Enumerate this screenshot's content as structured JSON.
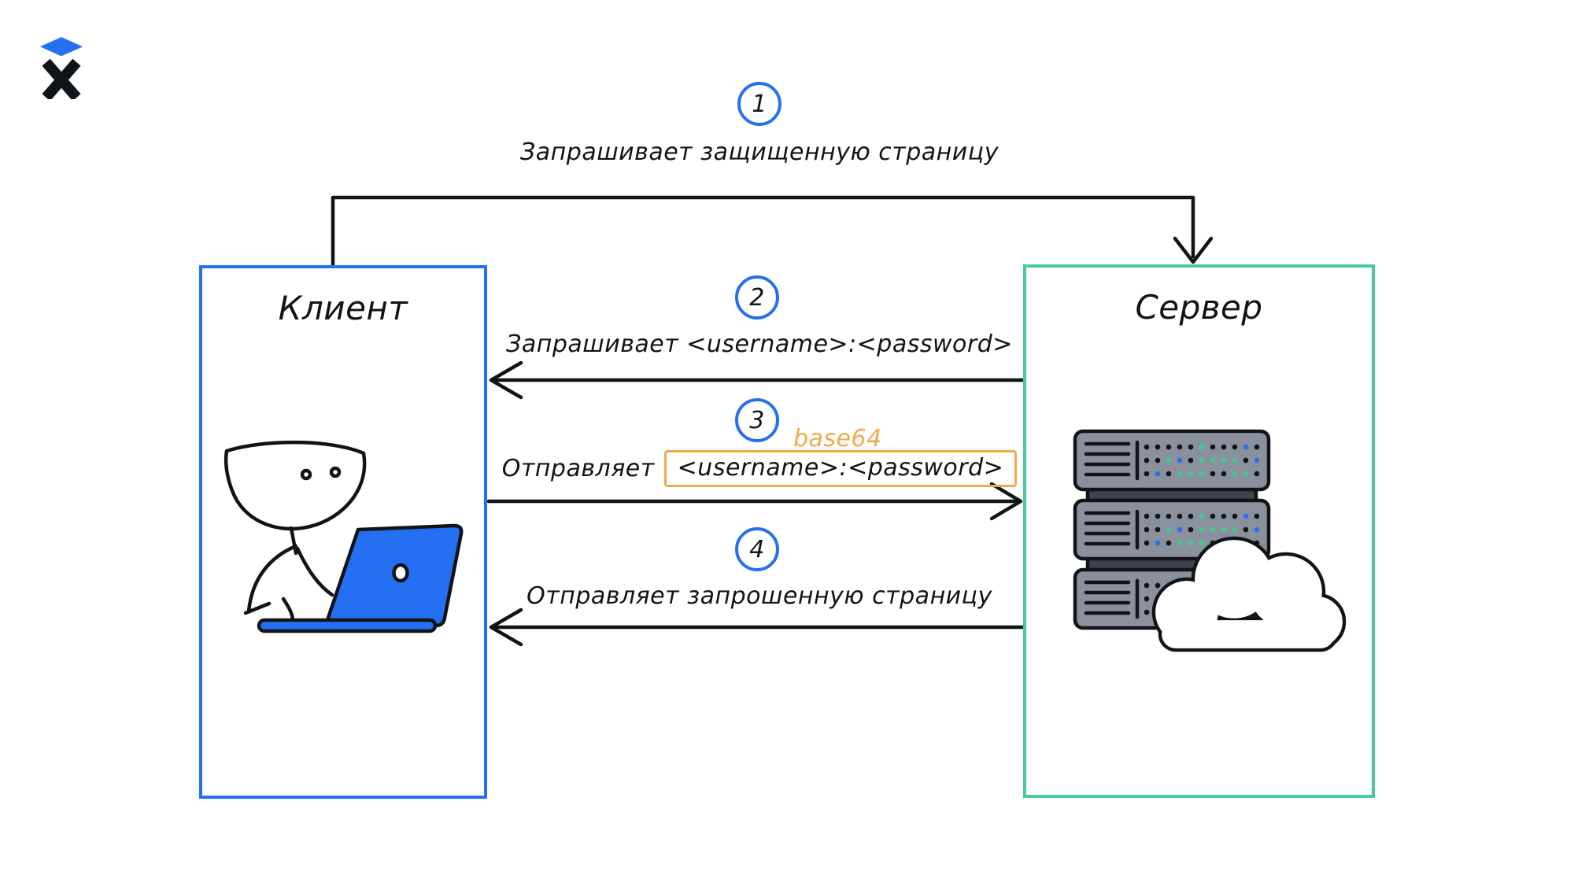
{
  "colors": {
    "accent_blue": "#2570f2",
    "accent_green": "#4cc998",
    "accent_orange": "#f2a94d",
    "ink": "#111416",
    "server_gray": "#8b919c",
    "server_dark": "#3c434f",
    "dot_green": "#41c98f",
    "dot_blue": "#2b6ef2"
  },
  "logo": {
    "name": "hexlet-logo"
  },
  "boxes": {
    "client": {
      "title": "Клиент"
    },
    "server": {
      "title": "Сервер"
    }
  },
  "steps": [
    {
      "number": "1",
      "label": "Запрашивает защищенную страницу"
    },
    {
      "number": "2",
      "label": "Запрашивает <username>:<password>"
    },
    {
      "number": "3",
      "label_prefix": "Отправляет",
      "boxed_value": "<username>:<password>",
      "annotation": "base64"
    },
    {
      "number": "4",
      "label": "Отправляет запрошенную страницу"
    }
  ]
}
